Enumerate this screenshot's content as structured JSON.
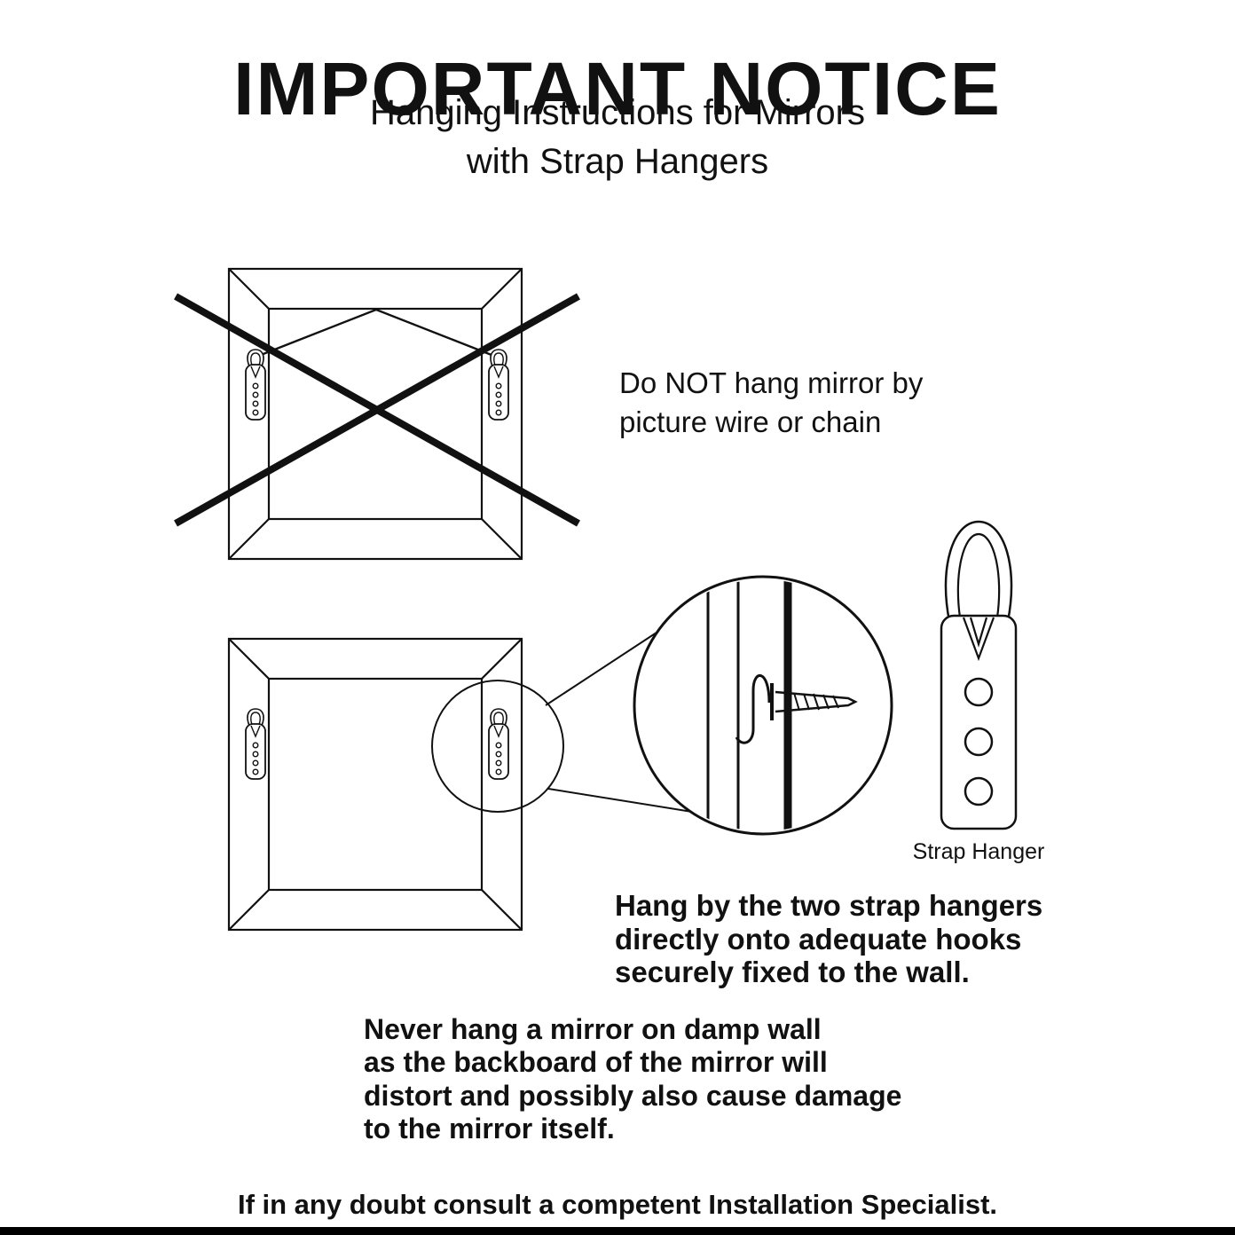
{
  "page": {
    "title": "IMPORTANT NOTICE",
    "subtitle": "Hanging Instructions for Mirrors\nwith Strap Hangers",
    "note_wire": "Do NOT hang mirror by\npicture wire or chain",
    "strap_hanger_label": "Strap Hanger",
    "note_hang": "Hang by the two strap hangers\ndirectly onto adequate hooks\nsecurely fixed to the wall.",
    "note_damp": "Never hang a mirror on damp wall\nas the backboard of the mirror will\ndistort and possibly also cause damage\nto the mirror itself.",
    "footer": "If in any doubt consult a competent Installation Specialist.",
    "colors": {
      "ink": "#111111",
      "background": "#ffffff"
    }
  }
}
